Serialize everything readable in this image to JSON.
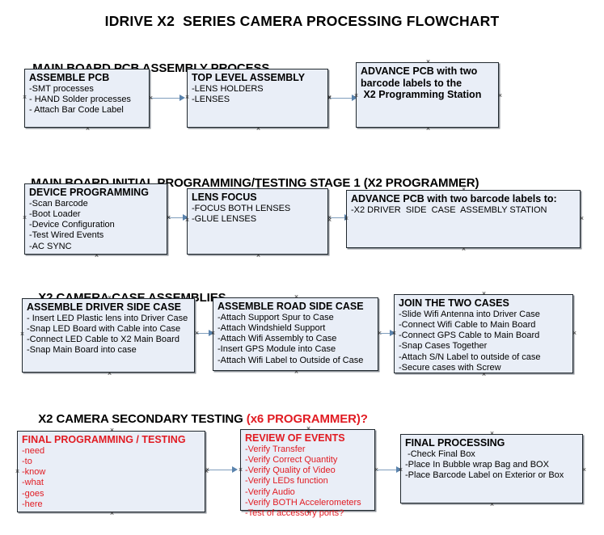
{
  "document": {
    "title": "IDRIVE X2  SERIES CAMERA PROCESSING FLOWCHART"
  },
  "sections": [
    {
      "id": "main-board-pcb-assembly",
      "title": "MAIN BOARD PCB ASSEMBLY PROCESS",
      "title_suffix": "",
      "nodes": [
        {
          "id": "assemble-pcb",
          "heading": "ASSEMBLE PCB",
          "lines": [
            "-SMT processes",
            "- HAND Solder processes",
            "- Attach Bar Code Label"
          ]
        },
        {
          "id": "top-level-assembly",
          "heading": "TOP LEVEL ASSEMBLY",
          "lines": [
            "-LENS HOLDERS",
            "-LENSES"
          ]
        },
        {
          "id": "advance-pcb-programming-station",
          "heading": "ADVANCE PCB with two",
          "lines": [
            "barcode labels to the",
            " X2 Programming Station"
          ]
        }
      ]
    },
    {
      "id": "main-board-initial-programming",
      "title": "MAIN BOARD INITIAL PROGRAMMING/TESTING STAGE 1 (X2 PROGRAMMER)",
      "title_suffix": "",
      "nodes": [
        {
          "id": "device-programming",
          "heading": "DEVICE PROGRAMMING",
          "lines": [
            "-Scan Barcode",
            "-Boot Loader",
            "-Device Configuration",
            "-Test Wired Events",
            "-AC SYNC"
          ]
        },
        {
          "id": "lens-focus",
          "heading": "LENS FOCUS",
          "lines": [
            "-FOCUS BOTH LENSES",
            "-GLUE LENSES"
          ]
        },
        {
          "id": "advance-pcb-driver-side",
          "heading": "ADVANCE PCB with two barcode labels to:",
          "lines": [
            "-X2 DRIVER  SIDE  CASE  ASSEMBLY STATION"
          ]
        }
      ]
    },
    {
      "id": "x2-camera-case-assemblies",
      "title": "X2 CAMERA CASE ASSEMBLIES",
      "title_suffix": "",
      "nodes": [
        {
          "id": "assemble-driver-side-case",
          "heading": "ASSEMBLE DRIVER SIDE CASE",
          "lines": [
            "- Insert LED Plastic lens into Driver Case",
            "-Snap LED Board with Cable into Case",
            "-Connect LED Cable to X2 Main Board",
            "-Snap Main Board into case"
          ]
        },
        {
          "id": "assemble-road-side-case",
          "heading": "ASSEMBLE ROAD SIDE CASE",
          "lines": [
            "-Attach Support Spur to Case",
            "-Attach Windshield Support",
            "-Attach Wifi Assembly to Case",
            "-Insert GPS Module into Case",
            "-Attach Wifi Label to Outside of Case"
          ]
        },
        {
          "id": "join-the-two-cases",
          "heading": "JOIN THE TWO CASES",
          "lines": [
            "-Slide Wifi Antenna into Driver Case",
            "-Connect Wifi Cable to Main Board",
            "-Connect GPS Cable to Main Board",
            "-Snap Cases Together",
            "-Attach S/N Label to outside of case",
            "-Secure cases with Screw"
          ]
        }
      ]
    },
    {
      "id": "x2-camera-secondary-testing",
      "title": "X2 CAMERA SECONDARY TESTING ",
      "title_suffix": "(x6 PROGRAMMER)?",
      "nodes": [
        {
          "id": "final-programming-testing",
          "heading": "FINAL PROGRAMMING / TESTING",
          "lines": [
            "-need",
            "-to",
            "-know",
            "-what",
            "-goes",
            "-here"
          ]
        },
        {
          "id": "review-of-events",
          "heading": "REVIEW OF EVENTS",
          "lines": [
            "-Verify Transfer",
            "-Verify Correct Quantity",
            "-Verify Quality of Video",
            "-Verify LEDs function",
            "-Verify Audio",
            "-Verify BOTH Accelerometers"
          ],
          "overflow_line": "-Test of accessory ports?"
        },
        {
          "id": "final-processing",
          "heading": "FINAL PROCESSING",
          "lines": [
            " -Check Final Box",
            "-Place In Bubble wrap Bag and BOX",
            "-Place Barcode Label on Exterior or Box"
          ]
        }
      ]
    }
  ],
  "colors": {
    "box_fill": "#e9eef7",
    "box_border": "#20282e",
    "box_shadow": "#8d9298",
    "connector": "#7f9dbc",
    "arrow": "#5a83ad",
    "accent_red": "#e11b22",
    "text": "#000000"
  }
}
